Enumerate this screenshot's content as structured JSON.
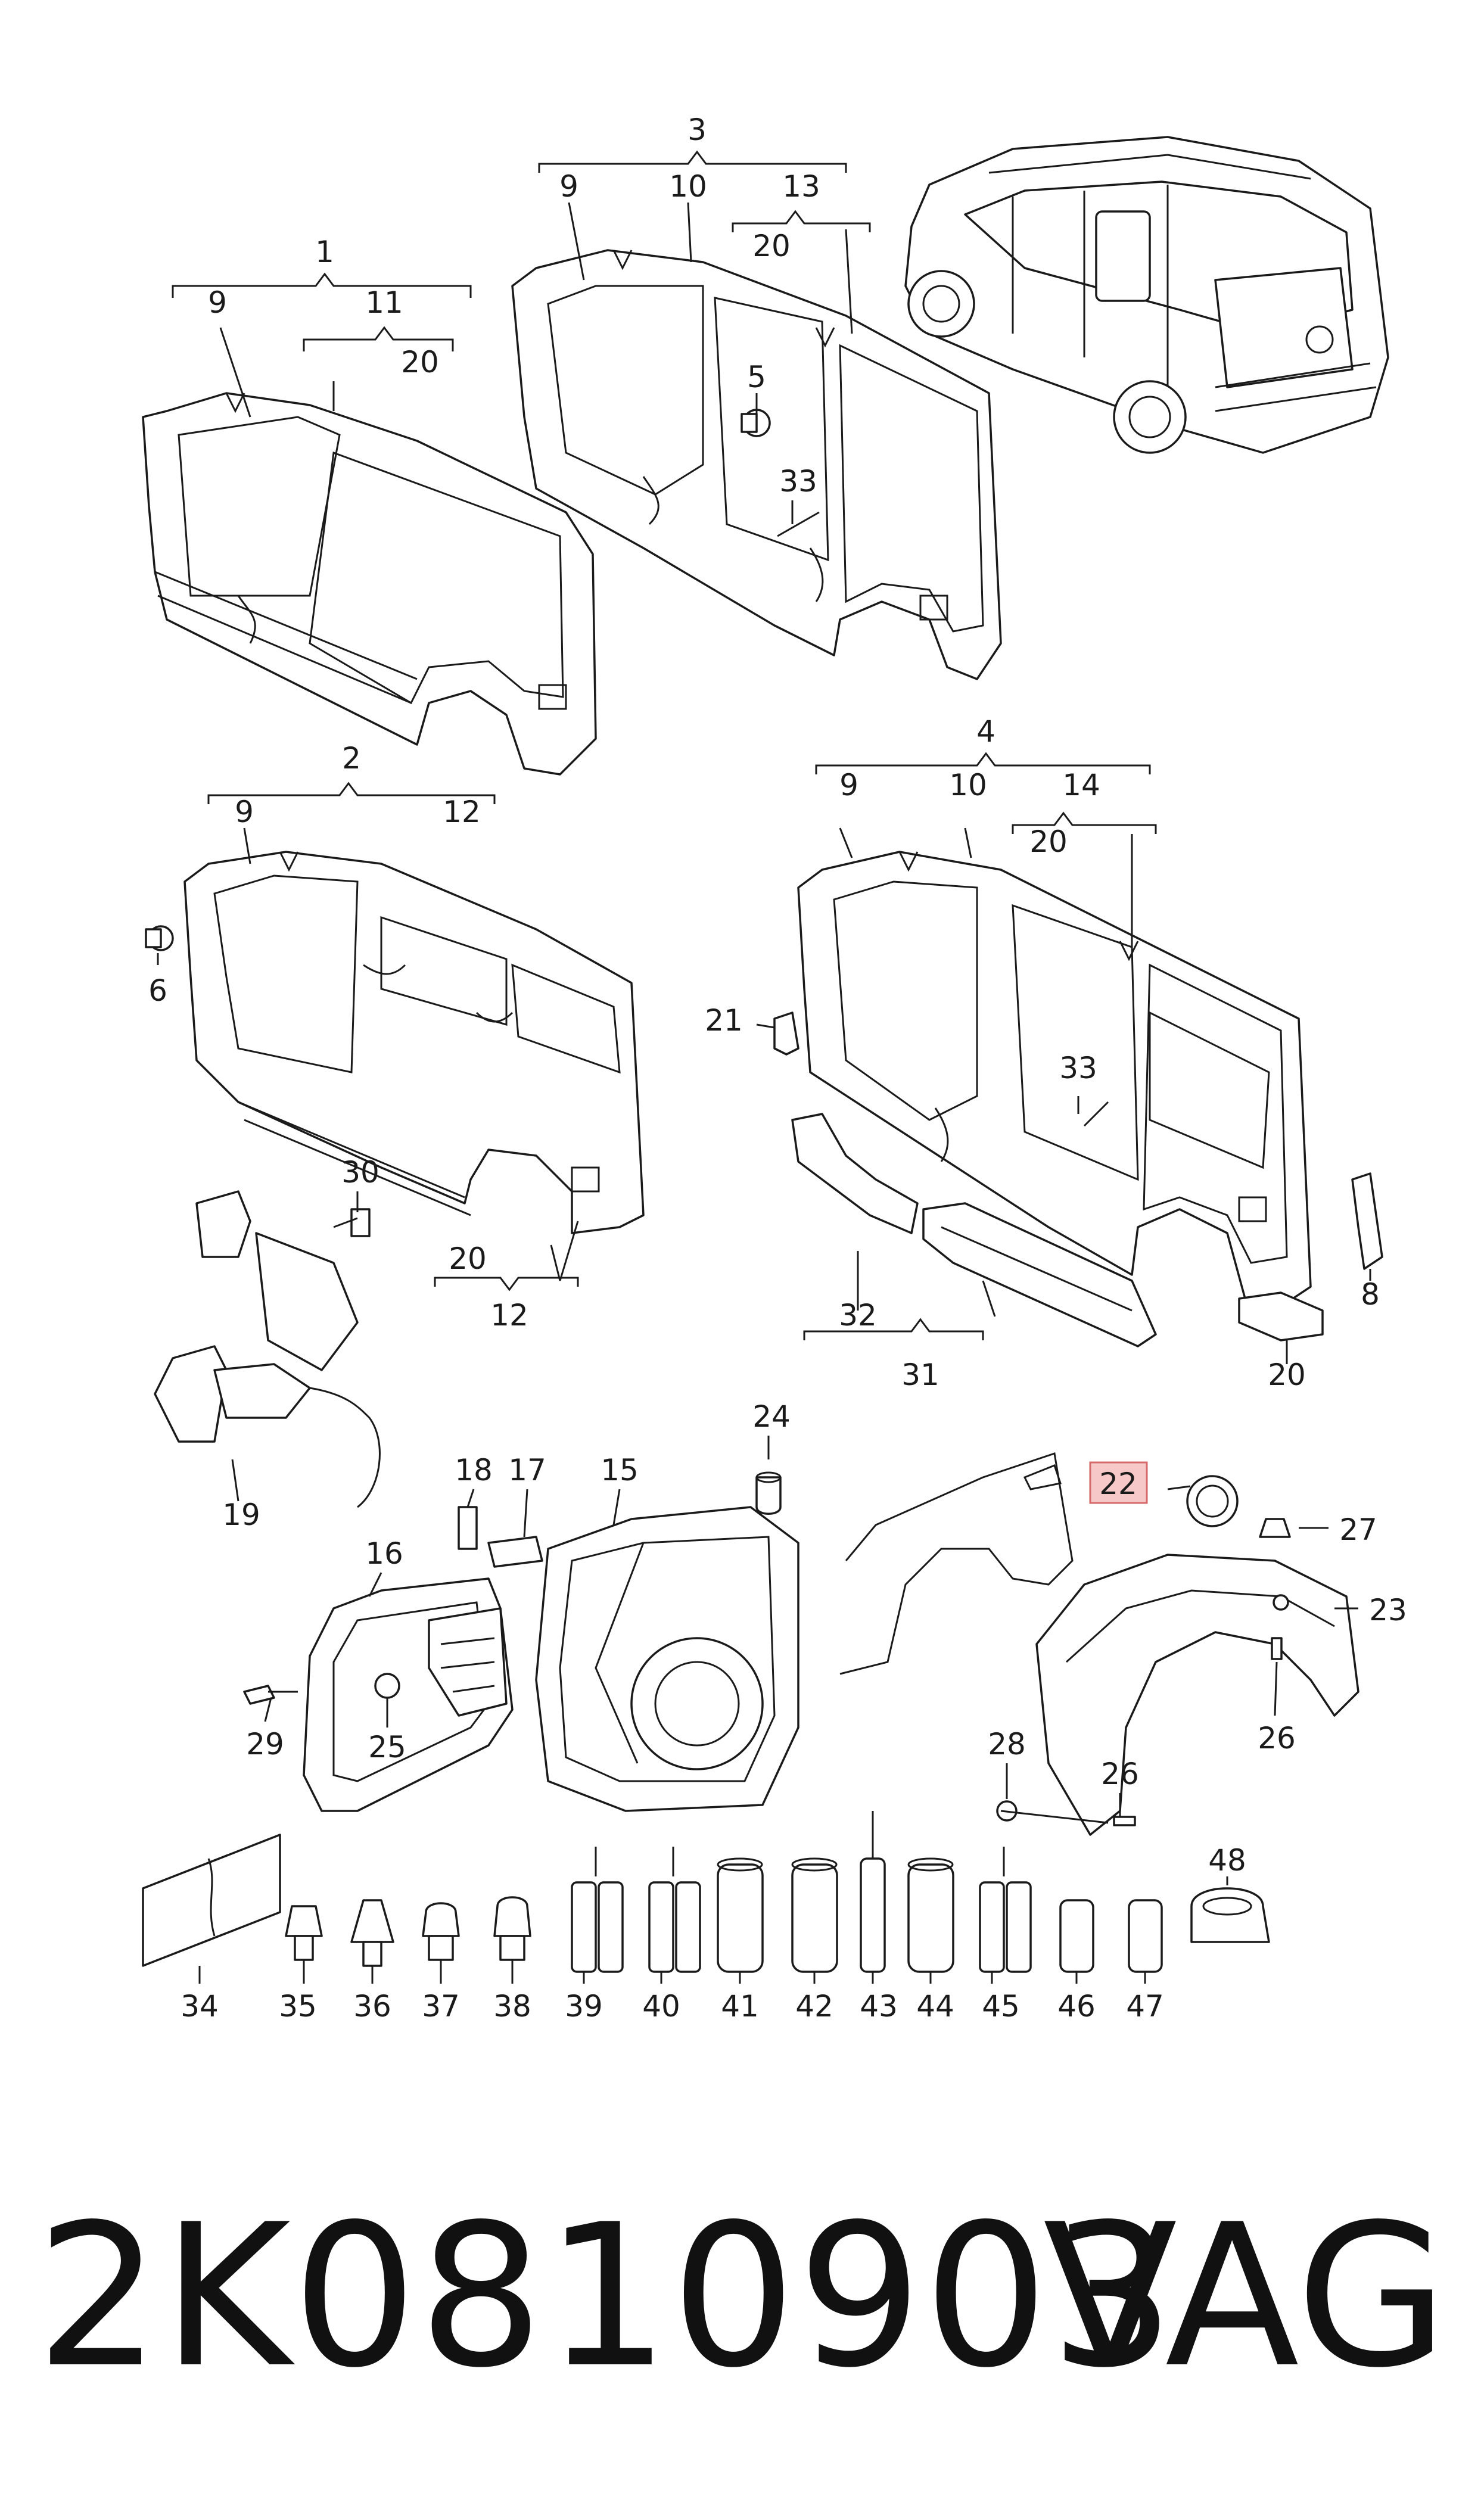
{
  "footer": {
    "part_number": "2K0810903",
    "brand": "VAG"
  },
  "highlight_color": "#f7c8c8",
  "callouts": {
    "c1": "1",
    "c1_9": "9",
    "c1_11": "11",
    "c1_20": "20",
    "c2": "2",
    "c2_9": "9",
    "c2_12": "12",
    "c2_20b": "20",
    "c2_12b": "12",
    "c3": "3",
    "c3_9": "9",
    "c3_10": "10",
    "c3_13": "13",
    "c3_20": "20",
    "c4": "4",
    "c4_9": "9",
    "c4_10": "10",
    "c4_14": "14",
    "c4_20": "20",
    "c5": "5",
    "c6": "6",
    "c8": "8",
    "c15": "15",
    "c16": "16",
    "c17": "17",
    "c18": "18",
    "c19": "19",
    "c20b": "20",
    "c21": "21",
    "c22": "22",
    "c23": "23",
    "c24": "24",
    "c25": "25",
    "c26a": "26",
    "c26b": "26",
    "c27": "27",
    "c28": "28",
    "c29": "29",
    "c30": "30",
    "c31": "31",
    "c32": "32",
    "c33a": "33",
    "c33b": "33",
    "c34": "34",
    "c35": "35",
    "c36": "36",
    "c37": "37",
    "c38": "38",
    "c39": "39",
    "c40": "40",
    "c41": "41",
    "c42": "42",
    "c43": "43",
    "c44": "44",
    "c45": "45",
    "c46": "46",
    "c47": "47",
    "c48": "48"
  }
}
